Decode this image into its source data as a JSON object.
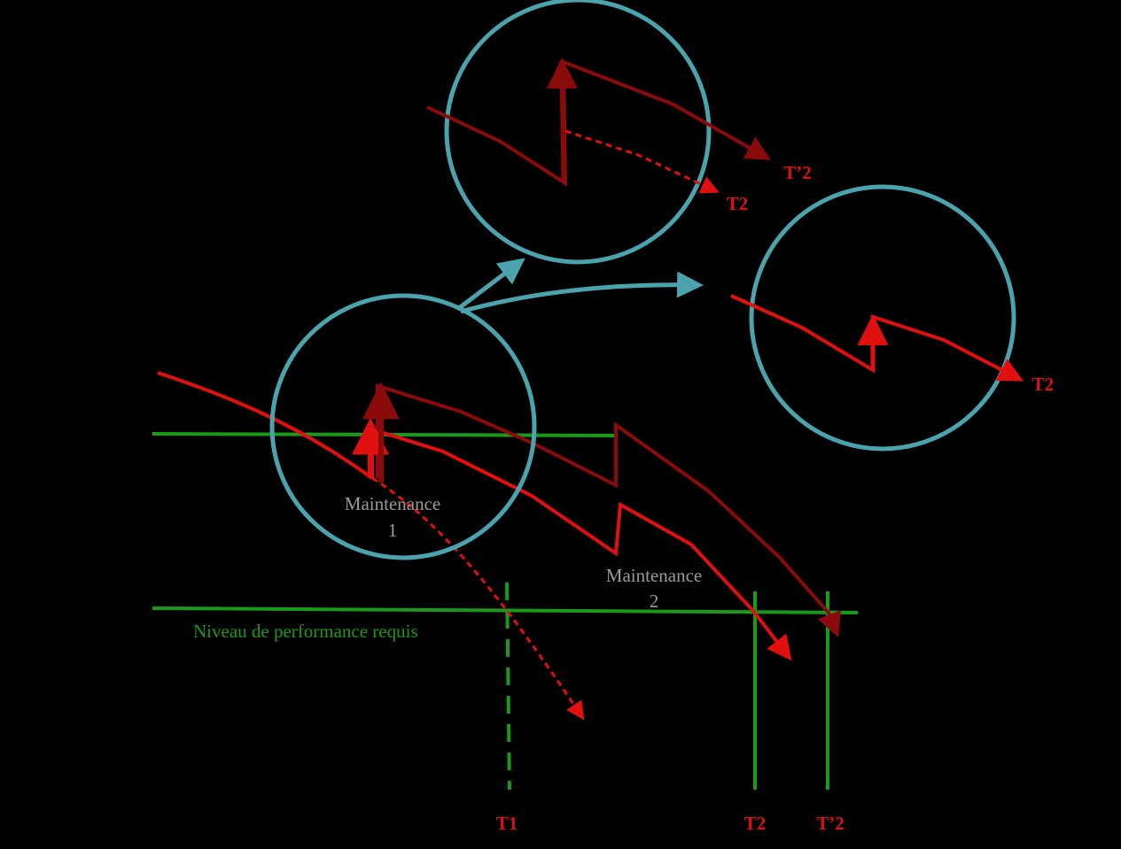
{
  "labels": {
    "required_level": "Niveau de performance requis",
    "maintenance_1_line1": "Maintenance",
    "maintenance_1_line2": "1",
    "maintenance_2_line1": "Maintenance",
    "maintenance_2_line2": "2",
    "t1_axis": "T1",
    "t2_axis": "T2",
    "tp2_axis": "T’2",
    "zoom_top_t2": "T2",
    "zoom_top_tp2": "T’2",
    "zoom_right_t2": "T2"
  },
  "colors": {
    "background": "#000000",
    "green": "#1a9a1a",
    "red": "#e01010",
    "dark_red": "#8b0a0a",
    "circle": "#4aa3ad",
    "gray_text": "#9a9a9a"
  }
}
